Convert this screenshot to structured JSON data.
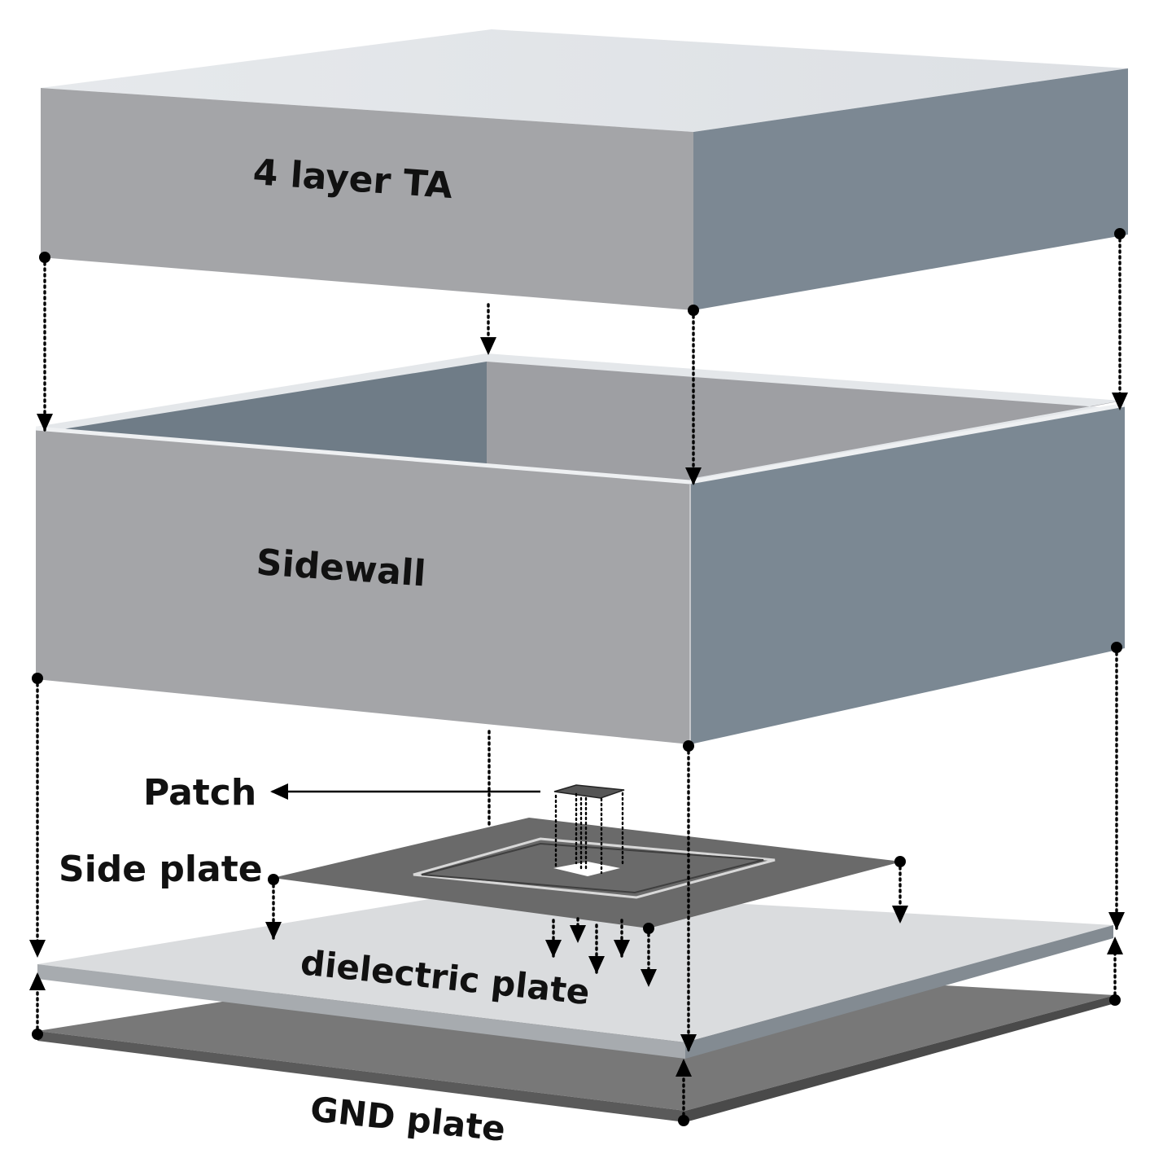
{
  "labels": {
    "top_block": "4 layer TA",
    "sidewall": "Sidewall",
    "patch": "Patch",
    "side_plate": "Side plate",
    "dielectric": "dielectric plate",
    "gnd": "GND plate"
  },
  "colors": {
    "face_front": "#a4a5a8",
    "face_side": "#7c8893",
    "face_top": "#e2e5e9",
    "inner_wall": "#6f7d88",
    "side_plate": "#6a6a6a",
    "dielectric_top": "#dadcde",
    "dielectric_edge": "#8f969c",
    "gnd_top": "#777777",
    "gnd_edge": "#505050",
    "connector": "#000000"
  }
}
